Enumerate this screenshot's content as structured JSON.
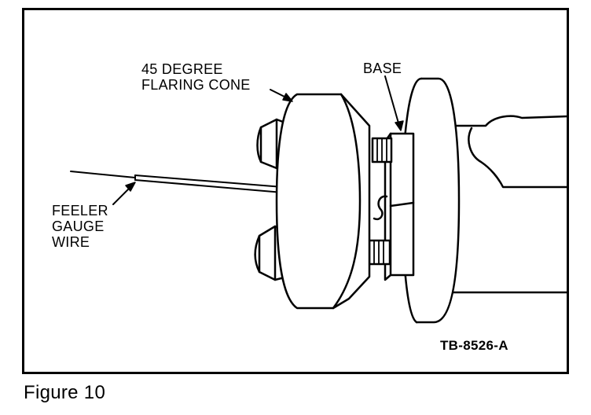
{
  "labels": {
    "cone_line1": "45 DEGREE",
    "cone_line2": "FLARING CONE",
    "base": "BASE",
    "feeler_line1": "FEELER",
    "feeler_line2": "GAUGE",
    "feeler_line3": "WIRE",
    "drawing_code": "TB-8526-A"
  },
  "caption": "Figure 10"
}
